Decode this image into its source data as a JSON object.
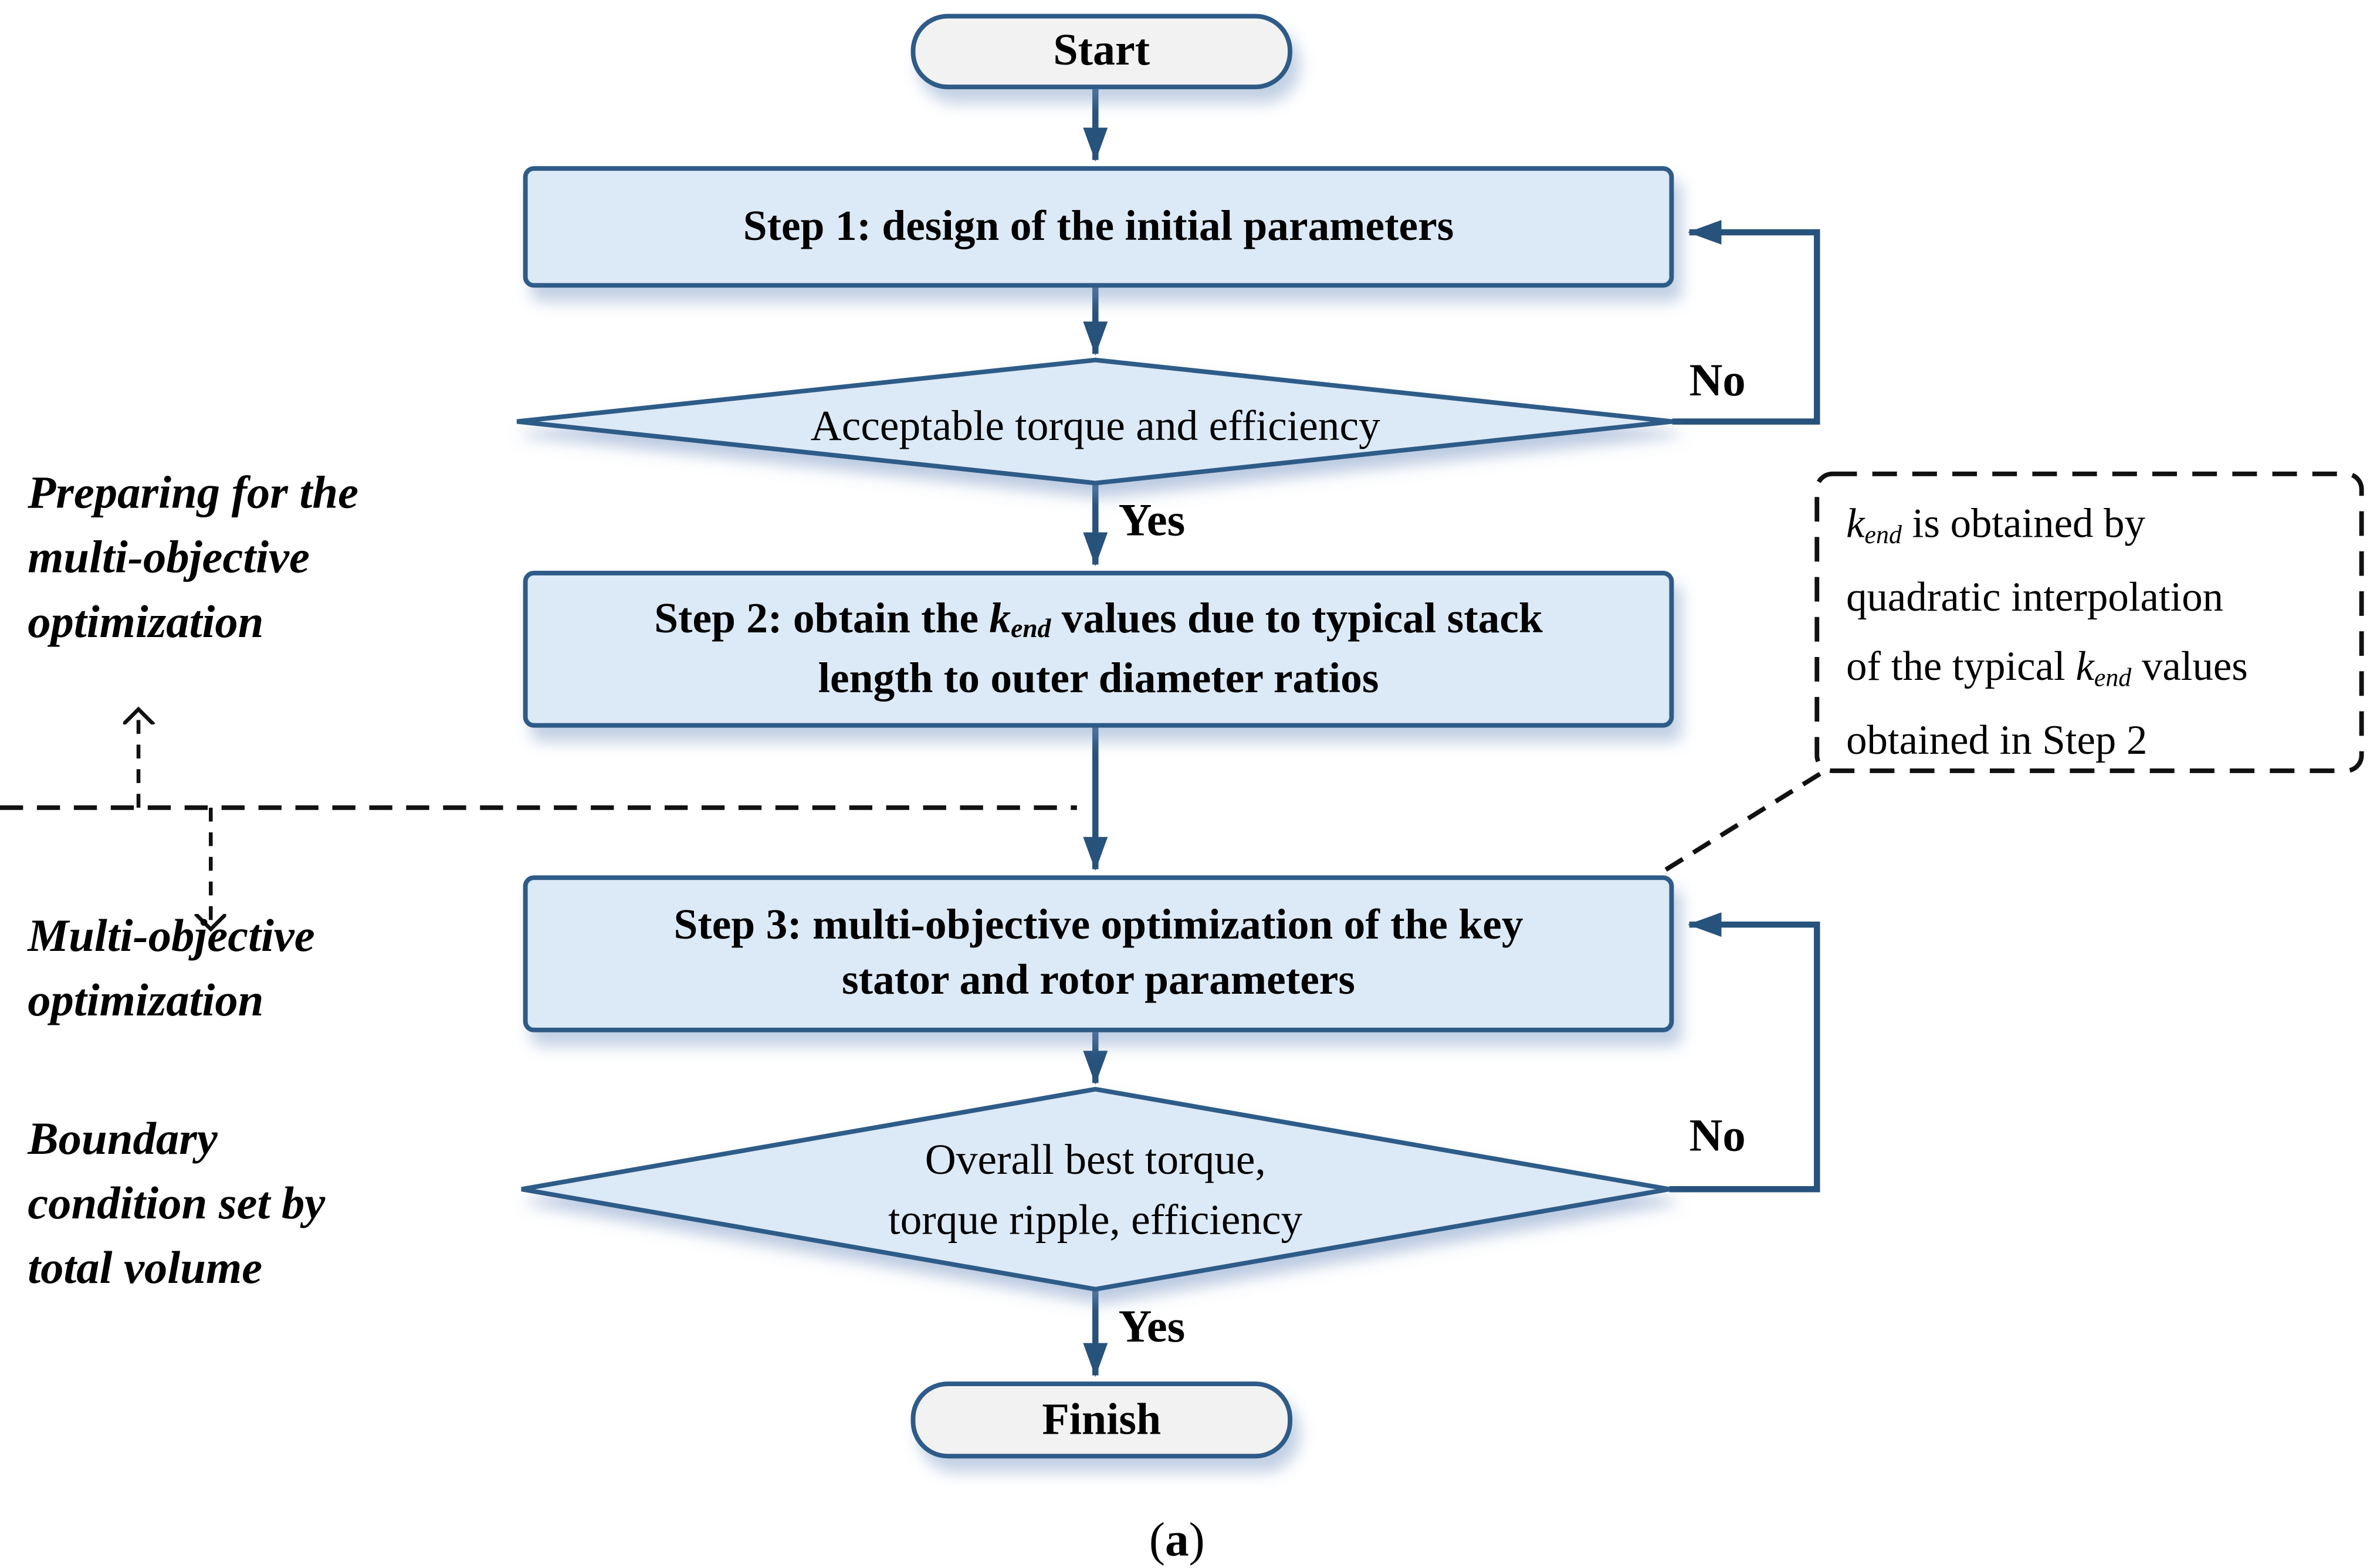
{
  "palette": {
    "box_fill": "#dce9f6",
    "box_border": "#2e5b88",
    "terminal_fill": "#f2f2f2",
    "arrow": "#27527c",
    "dash": "#111111"
  },
  "nodes": {
    "start": {
      "label": "Start"
    },
    "step1": {
      "label": "Step 1: design of the initial parameters"
    },
    "decision1": {
      "label": "Acceptable torque and efficiency"
    },
    "step2": {
      "line1_pre": "Step 2: obtain the ",
      "line1_var": "k",
      "line1_sub": "end",
      "line1_post": " values due to typical stack",
      "line2": "length to outer diameter ratios"
    },
    "step3": {
      "line1": "Step 3: multi-objective optimization of the key",
      "line2": "stator and rotor parameters"
    },
    "decision2": {
      "line1": "Overall best torque,",
      "line2": "torque ripple, efficiency"
    },
    "finish": {
      "label": "Finish"
    }
  },
  "edge_labels": {
    "no1": "No",
    "yes1": "Yes",
    "no2": "No",
    "yes2": "Yes"
  },
  "side_labels": {
    "preparing": {
      "line1": "Preparing for the",
      "line2": "multi-objective",
      "line3": "optimization"
    },
    "multi": {
      "line1": "Multi-objective",
      "line2": "optimization"
    },
    "boundary": {
      "line1": "Boundary",
      "line2": "condition set by",
      "line3": "total volume"
    }
  },
  "note": {
    "l1_var": "k",
    "l1_sub": "end",
    "l1_rest": " is obtained by",
    "l2": "quadratic interpolation",
    "l3_pre": "of the typical ",
    "l3_var": "k",
    "l3_sub": "end",
    "l3_rest": " values",
    "l4": "obtained in Step 2"
  },
  "caption": {
    "open": "(",
    "letter": "a",
    "close": ")"
  }
}
